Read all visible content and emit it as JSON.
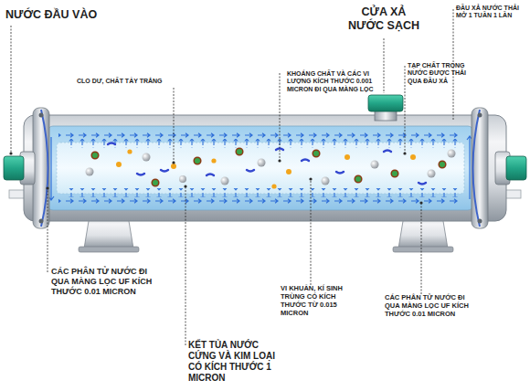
{
  "diagram": {
    "labels": [
      "NƯỚC ĐẦU VÀO",
      "CỬA XẢ NƯỚC SẠCH",
      "ĐẦU XẢ NƯỚC THẢI MỞ 1 TUẦN 1 LẦN",
      "CLO DƯ, CHẤT TẨY TRẮNG",
      "KHOÁNG CHẤT VÀ CÁC VI LƯỢNG KÍCH THƯỚC 0.001 MICRON ĐI QUA MÀNG LỌC",
      "TẠP CHẤT TRONG NƯỚC ĐƯỢC THẢI QUA ĐẦU XẢ",
      "CÁC PHÂN TỬ NƯỚC ĐI QUA MÀNG LỌC UF KÍCH THƯỚC 0.01 MICRON",
      "VI KHUẨN, KÍ SINH TRÙNG CÓ KÍCH THƯỚC TỪ 0.015 MICRON",
      "CÁC PHÂN TỬ NƯỚC ĐI QUA MÀNG LỌC UF KÍCH THƯỚC 0.01 MICRON",
      "KẾT TỦA NƯỚC CỨNG VÀ KIM LOẠI CÓ KÍCH THƯỚC 1 MICRON"
    ]
  }
}
